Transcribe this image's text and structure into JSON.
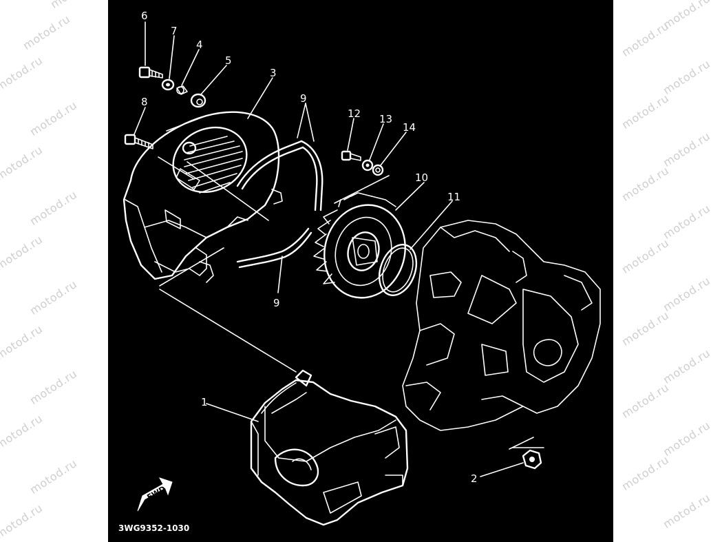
{
  "diagram": {
    "diagram_code": "3WG9352-1030",
    "fwd_label": "FWD",
    "watermark": "motod.ru",
    "callouts": [
      {
        "id": "c1",
        "label": "1"
      },
      {
        "id": "c2",
        "label": "2"
      },
      {
        "id": "c3",
        "label": "3"
      },
      {
        "id": "c4",
        "label": "4"
      },
      {
        "id": "c5",
        "label": "5"
      },
      {
        "id": "c6",
        "label": "6"
      },
      {
        "id": "c7",
        "label": "7"
      },
      {
        "id": "c8",
        "label": "8"
      },
      {
        "id": "c9a",
        "label": "9"
      },
      {
        "id": "c9b",
        "label": "9"
      },
      {
        "id": "c10",
        "label": "10"
      },
      {
        "id": "c11",
        "label": "11"
      },
      {
        "id": "c12",
        "label": "12"
      },
      {
        "id": "c13",
        "label": "13"
      },
      {
        "id": "c14",
        "label": "14"
      }
    ]
  }
}
